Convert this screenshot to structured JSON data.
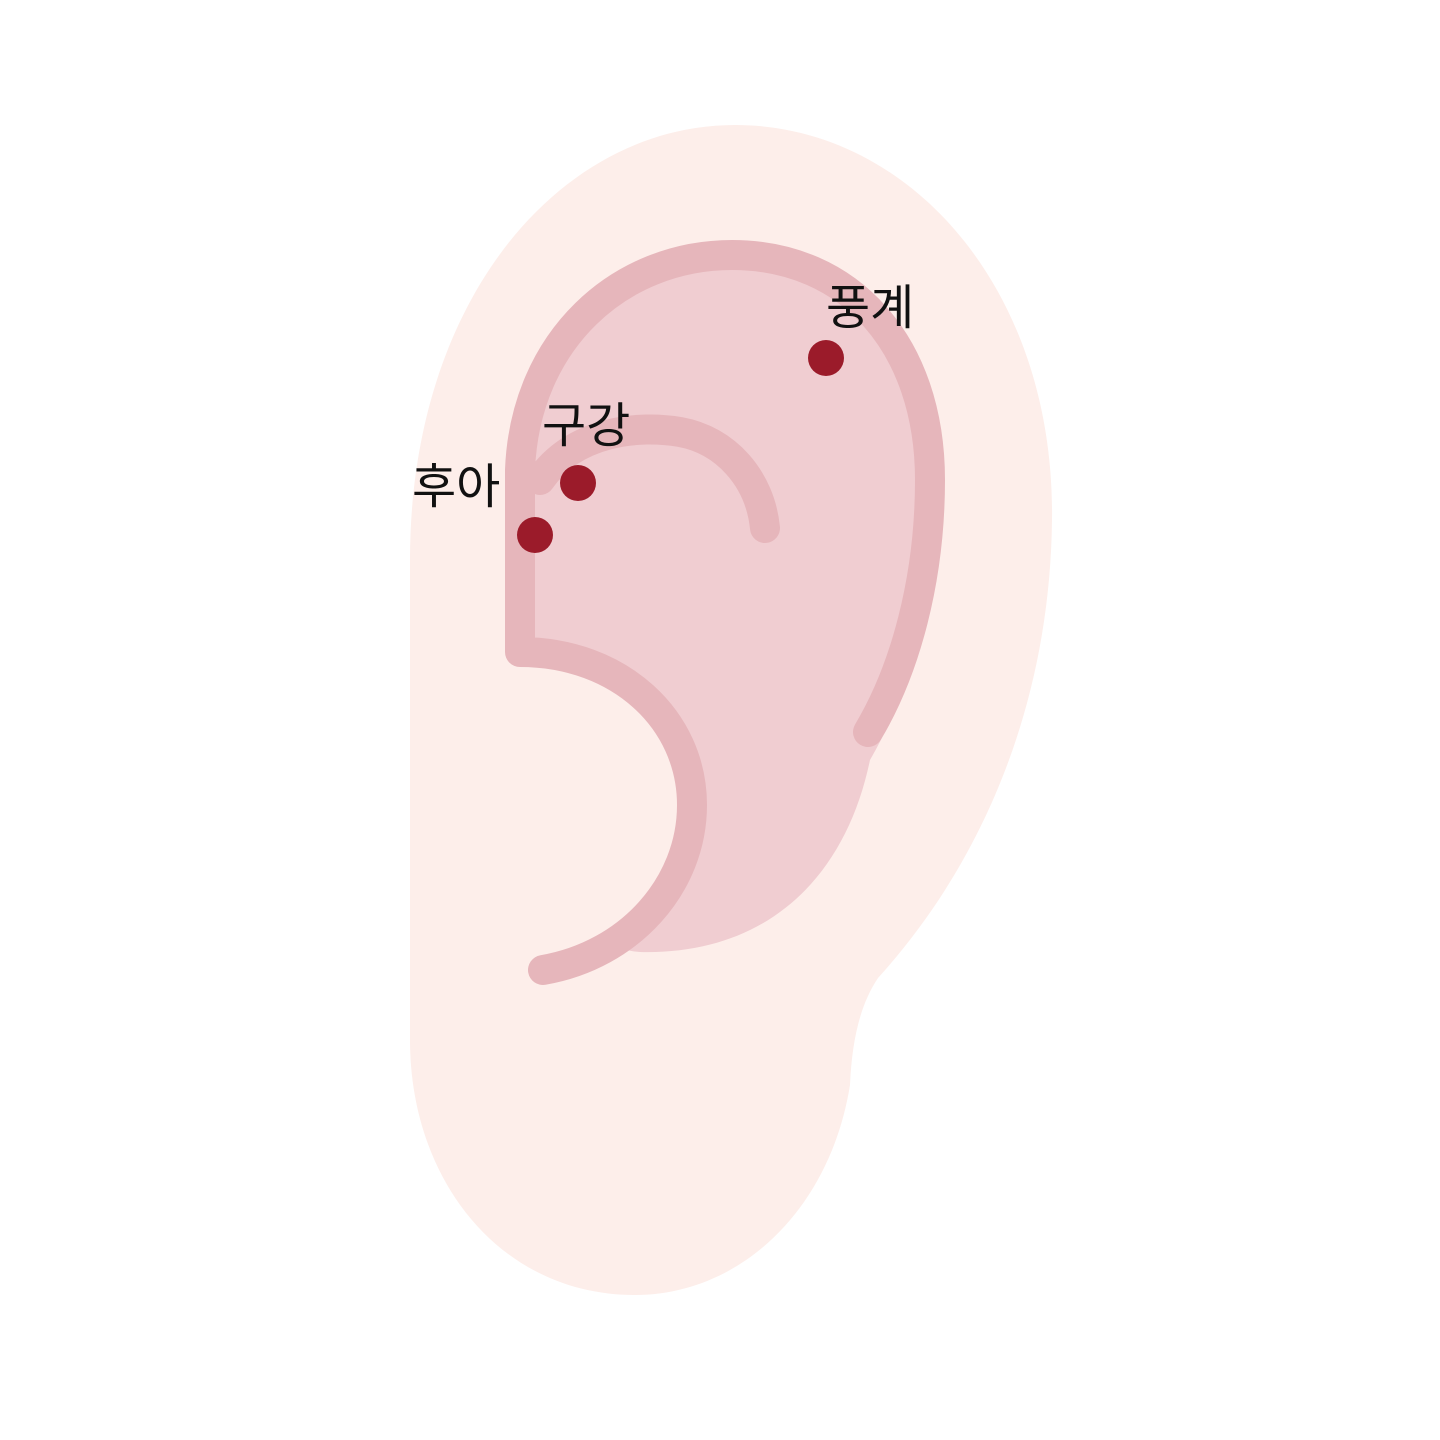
{
  "diagram": {
    "colors": {
      "background": "#ffffff",
      "ear_skin": "#fdeeea",
      "inner_ear": "#f0cdd1",
      "cartilage_ridge": "#e6b6bb",
      "point_marker": "#9b1b2a",
      "label_text": "#111111"
    },
    "points": [
      {
        "id": "pungye",
        "label": "풍계"
      },
      {
        "id": "gugang",
        "label": "구강"
      },
      {
        "id": "hua",
        "label": "후아"
      }
    ]
  }
}
